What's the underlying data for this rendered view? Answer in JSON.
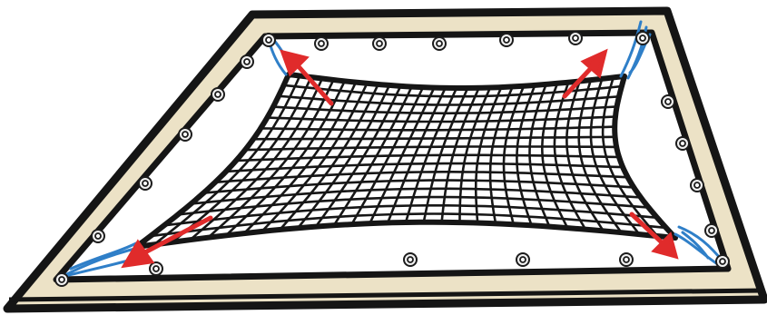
{
  "illustration": {
    "subject": "net-tensioned-in-frame",
    "colors": {
      "frame_fill": "#ece2c6",
      "frame_outline": "#151515",
      "net": "#161616",
      "tie_cord": "#2f7fc8",
      "arrow": "#e02b2b",
      "grommet": "#f2f2f2"
    },
    "counts": {
      "net_columns": 30,
      "net_rows": 16,
      "grommets": 22,
      "corner_ties": 4,
      "tension_arrows": 4
    },
    "icons": [
      "grommet-icon",
      "tension-arrow-icon",
      "tie-cord-icon"
    ]
  }
}
